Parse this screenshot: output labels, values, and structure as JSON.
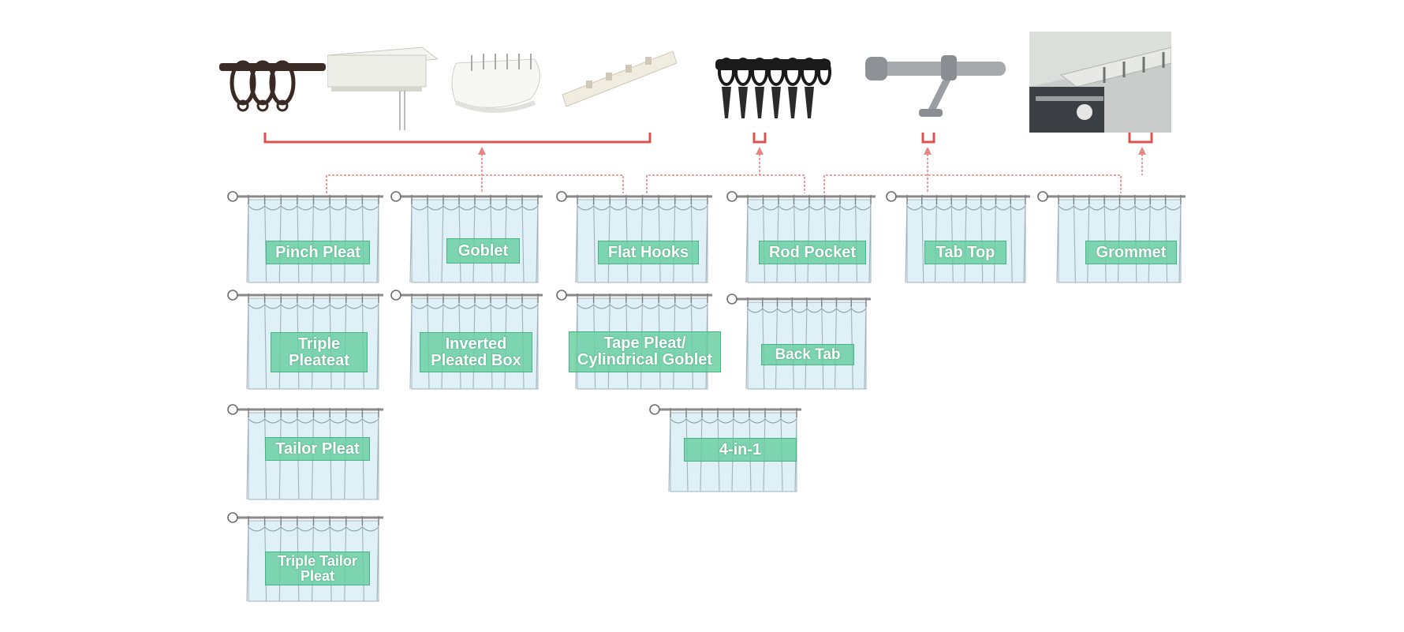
{
  "colors": {
    "connector": "#e07a7a",
    "bracket": "#d9534f",
    "label_fill": "#66cea0",
    "label_border": "#45b583",
    "curtain_fill": "#dff1f7",
    "curtain_line": "#9fb3bd",
    "rod": "#8a8a8a"
  },
  "hardware": [
    {
      "name": "ring",
      "icon": "ring-rod-icon"
    },
    {
      "name": "track",
      "icon": "ceiling-track-icon"
    },
    {
      "name": "curved-track",
      "icon": "curved-track-icon"
    },
    {
      "name": "slim-track",
      "icon": "slim-track-icon"
    },
    {
      "name": "clip-rings",
      "icon": "clip-rings-icon"
    },
    {
      "name": "rod",
      "icon": "rod-bracket-icon"
    },
    {
      "name": "ceiling-rail",
      "icon": "ceiling-rail-photo-icon"
    }
  ],
  "styles": {
    "pinch_pleat": "Pinch Pleat",
    "goblet": "Goblet",
    "flat_hooks": "Flat Hooks",
    "rod_pocket": "Rod Pocket",
    "tab_top": "Tab Top",
    "grommet": "Grommet",
    "triple_pleat": "Triple\nPleateat",
    "inverted_box": "Inverted\nPleated Box",
    "tape_pleat": "Tape Pleat/\nCylindrical Goblet",
    "back_tab": "Back Tab",
    "tailor_pleat": "Tailor Pleat",
    "four_in_one": "4-in-1",
    "triple_tailor": "Triple Tailor\nPleat"
  }
}
